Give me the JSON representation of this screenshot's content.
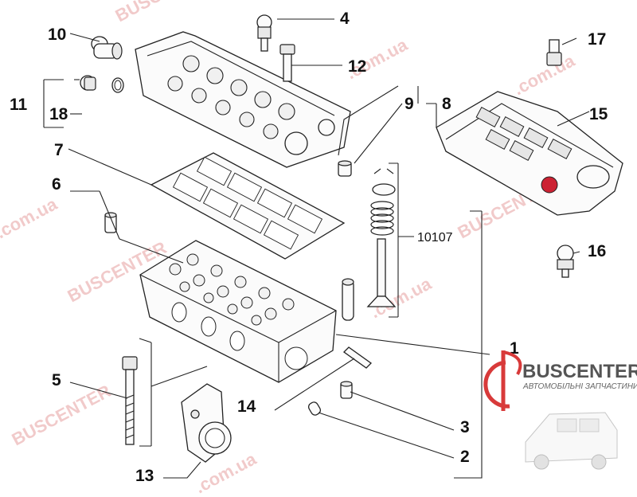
{
  "callouts": {
    "c1": "1",
    "c2": "2",
    "c3": "3",
    "c4": "4",
    "c5": "5",
    "c6": "6",
    "c7": "7",
    "c8": "8",
    "c9": "9",
    "c10": "10",
    "c11": "11",
    "c12": "12",
    "c13": "13",
    "c14": "14",
    "c15": "15",
    "c16": "16",
    "c17": "17",
    "c18": "18",
    "c10107": "10107"
  },
  "watermark": {
    "brand_a": "BUSCENTER",
    "brand_b": ".com.ua"
  },
  "logo": {
    "brand": "BUSCENTER",
    "tagline": "АВТОМОБІЛЬНІ ЗАПЧАСТИНИ"
  },
  "colors": {
    "watermark": "#e7a0a0",
    "logo_red": "#d83a3a",
    "line": "#222222"
  }
}
